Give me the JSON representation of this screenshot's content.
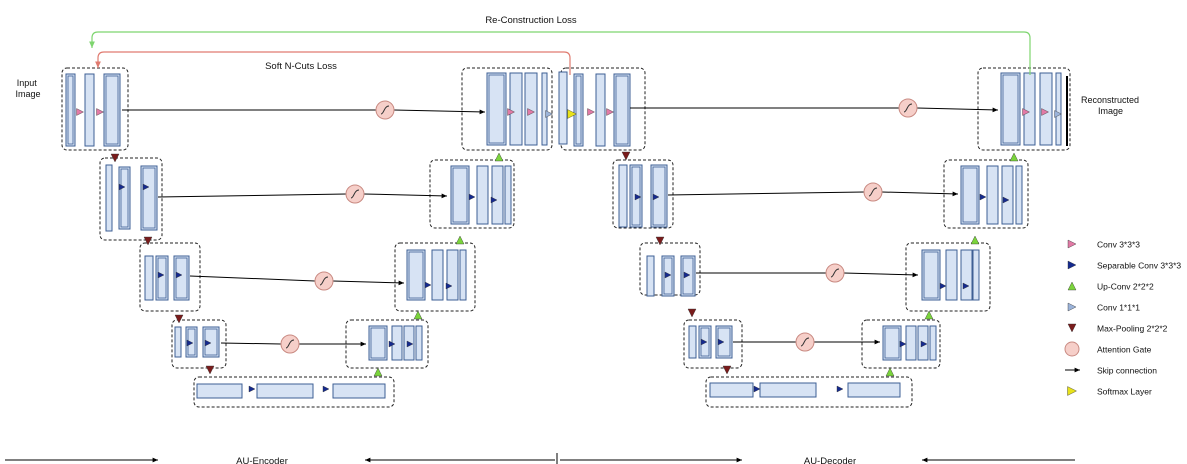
{
  "labels": {
    "input_image": [
      "Input",
      "Image"
    ],
    "reconstructed_image": [
      "Reconstructed",
      "Image"
    ],
    "reconstruction_loss": "Re-Construction Loss",
    "ncuts_loss": "Soft N-Cuts Loss",
    "encoder": "AU-Encoder",
    "decoder": "AU-Decoder"
  },
  "legend": [
    {
      "name": "conv-3x3x3",
      "label": "Conv 3*3*3",
      "shape": "tri-right",
      "color": "#e27aa6"
    },
    {
      "name": "separable-conv",
      "label": "Separable Conv 3*3*3",
      "shape": "tri-right",
      "color": "#152a8f"
    },
    {
      "name": "up-conv",
      "label": "Up-Conv 2*2*2",
      "shape": "tri-up",
      "color": "#7bd43c"
    },
    {
      "name": "conv-1x1x1",
      "label": "Conv 1*1*1",
      "shape": "tri-right",
      "color": "#9bb3d9"
    },
    {
      "name": "max-pooling",
      "label": "Max-Pooling 2*2*2",
      "shape": "tri-down",
      "color": "#7a1c1c"
    },
    {
      "name": "attention-gate",
      "label": "Attention Gate",
      "shape": "circle",
      "color": "#f2c2bc"
    },
    {
      "name": "skip-connection",
      "label": "Skip connection",
      "shape": "arrow",
      "color": "#000000"
    },
    {
      "name": "softmax-layer",
      "label": "Softmax Layer",
      "shape": "tri-right",
      "color": "#e8e21a"
    }
  ],
  "colors": {
    "block_fill": "#d7e3f4",
    "block_stroke": "#3e5f94",
    "reconstruction_line": "#7ed56f",
    "ncuts_line": "#e07b70",
    "attention_fill": "#f6cfc9",
    "attention_stroke": "#c98a82"
  }
}
